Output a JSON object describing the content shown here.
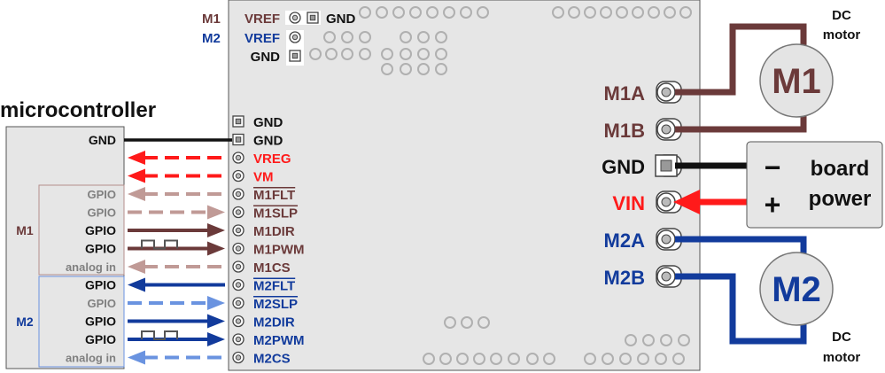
{
  "colors": {
    "m1": "#6b3a3a",
    "m1_light": "#c09a96",
    "m2": "#123b9c",
    "m2_light": "#6a93e0",
    "red": "#ff1a1a",
    "black": "#111111",
    "gray": "#808080",
    "board": "#e6e6e6",
    "motor_fill": "#e4e4e4"
  },
  "title": "microcontroller",
  "mcu": {
    "gnd": "GND",
    "groups": [
      "M1",
      "M2"
    ],
    "m1_pins": [
      {
        "label": "GPIO",
        "state": "inactive",
        "signal": "M1FLT",
        "dir": "in"
      },
      {
        "label": "GPIO",
        "state": "inactive",
        "signal": "M1SLP",
        "dir": "out"
      },
      {
        "label": "GPIO",
        "state": "active",
        "signal": "M1DIR",
        "dir": "out"
      },
      {
        "label": "GPIO",
        "state": "active",
        "signal": "M1PWM",
        "dir": "out-pwm"
      },
      {
        "label": "analog in",
        "state": "inactive",
        "signal": "M1CS",
        "dir": "in"
      }
    ],
    "m2_pins": [
      {
        "label": "GPIO",
        "state": "active",
        "signal": "M2FLT",
        "dir": "in"
      },
      {
        "label": "GPIO",
        "state": "inactive",
        "signal": "M2SLP",
        "dir": "out"
      },
      {
        "label": "GPIO",
        "state": "active",
        "signal": "M2DIR",
        "dir": "out"
      },
      {
        "label": "GPIO",
        "state": "active",
        "signal": "M2PWM",
        "dir": "out-pwm"
      },
      {
        "label": "analog in",
        "state": "inactive",
        "signal": "M2CS",
        "dir": "in"
      }
    ]
  },
  "board": {
    "left_header": [
      {
        "label": "GND",
        "color": "black",
        "overline": false
      },
      {
        "label": "GND",
        "color": "black",
        "overline": false
      },
      {
        "label": "VREG",
        "color": "red",
        "overline": false
      },
      {
        "label": "VM",
        "color": "red",
        "overline": false
      },
      {
        "label": "M1FLT",
        "color": "m1",
        "overline": true
      },
      {
        "label": "M1SLP",
        "color": "m1",
        "overline": true
      },
      {
        "label": "M1DIR",
        "color": "m1",
        "overline": false
      },
      {
        "label": "M1PWM",
        "color": "m1",
        "overline": false
      },
      {
        "label": "M1CS",
        "color": "m1",
        "overline": false
      },
      {
        "label": "M2FLT",
        "color": "m2",
        "overline": true
      },
      {
        "label": "M2SLP",
        "color": "m2",
        "overline": true
      },
      {
        "label": "M2DIR",
        "color": "m2",
        "overline": false
      },
      {
        "label": "M2PWM",
        "color": "m2",
        "overline": false
      },
      {
        "label": "M2CS",
        "color": "m2",
        "overline": false
      }
    ],
    "top_labels": [
      {
        "prefix": "M1",
        "label": "VREF",
        "color": "m1"
      },
      {
        "prefix": "M2",
        "label": "VREF",
        "color": "m2"
      },
      {
        "prefix": "",
        "label": "GND",
        "color": "black"
      }
    ],
    "top_gnd_label": "GND",
    "right_terminals": [
      {
        "label": "M1A",
        "color": "m1"
      },
      {
        "label": "M1B",
        "color": "m1"
      },
      {
        "label": "GND",
        "color": "black"
      },
      {
        "label": "VIN",
        "color": "red"
      },
      {
        "label": "M2A",
        "color": "m2"
      },
      {
        "label": "M2B",
        "color": "m2"
      }
    ]
  },
  "motors": [
    {
      "label": "M1",
      "caption_line1": "DC",
      "caption_line2": "motor"
    },
    {
      "label": "M2",
      "caption_line1": "DC",
      "caption_line2": "motor"
    }
  ],
  "power": {
    "minus": "−",
    "plus": "+",
    "line1": "board",
    "line2": "power"
  }
}
